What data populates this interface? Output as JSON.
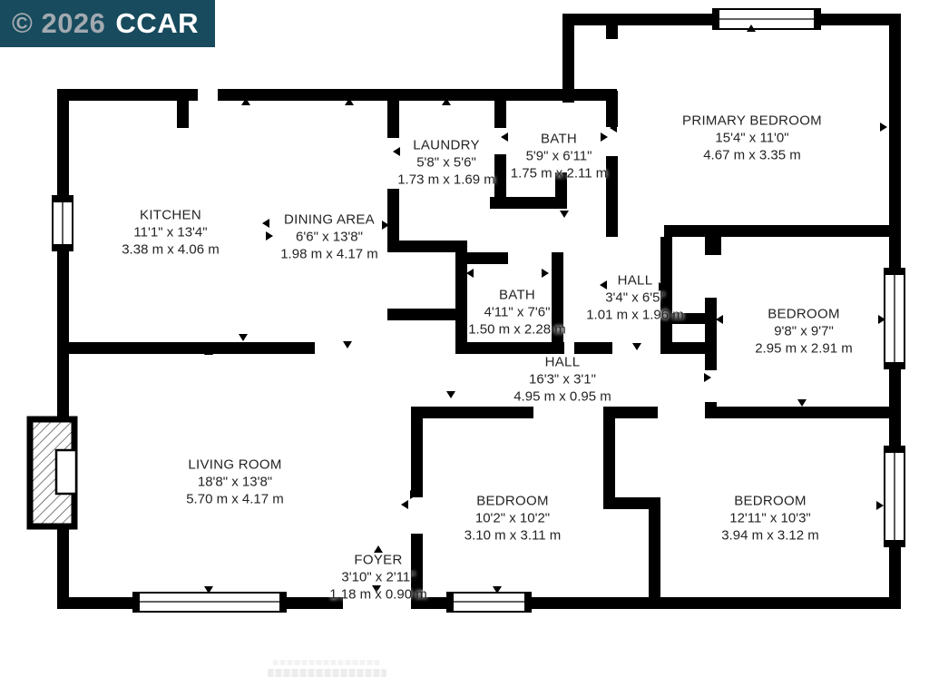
{
  "watermark": {
    "copyright": "© 2026",
    "org": "CCAR",
    "bg_color": "#174B5D",
    "copyright_color": "#A2A9B0",
    "org_color": "#FFFFFF"
  },
  "plan": {
    "wall_color": "#000000",
    "floor_color": "#FFFFFF",
    "rooms": [
      {
        "id": "kitchen",
        "label": "KITCHEN",
        "imperial": "11'1\" x 13'4\"",
        "metric": "3.38 m x 4.06 m"
      },
      {
        "id": "dining-area",
        "label": "DINING AREA",
        "imperial": "6'6\" x 13'8\"",
        "metric": "1.98 m x 4.17 m"
      },
      {
        "id": "laundry",
        "label": "LAUNDRY",
        "imperial": "5'8\" x 5'6\"",
        "metric": "1.73 m x 1.69 m"
      },
      {
        "id": "bath-top",
        "label": "BATH",
        "imperial": "5'9\" x 6'11\"",
        "metric": "1.75 m x 2.11 m"
      },
      {
        "id": "primary-bedroom",
        "label": "PRIMARY BEDROOM",
        "imperial": "15'4\" x 11'0\"",
        "metric": "4.67 m x 3.35 m"
      },
      {
        "id": "bath-middle",
        "label": "BATH",
        "imperial": "4'11\" x 7'6\"",
        "metric": "1.50 m x 2.28 m"
      },
      {
        "id": "hall-small",
        "label": "HALL",
        "imperial": "3'4\" x 6'5\"",
        "metric": "1.01 m x 1.96 m"
      },
      {
        "id": "bedroom-right",
        "label": "BEDROOM",
        "imperial": "9'8\" x 9'7\"",
        "metric": "2.95 m x 2.91 m"
      },
      {
        "id": "hall-long",
        "label": "HALL",
        "imperial": "16'3\" x 3'1\"",
        "metric": "4.95 m x 0.95 m"
      },
      {
        "id": "living-room",
        "label": "LIVING ROOM",
        "imperial": "18'8\" x 13'8\"",
        "metric": "5.70 m x 4.17 m"
      },
      {
        "id": "bedroom-bottom-middle",
        "label": "BEDROOM",
        "imperial": "10'2\" x 10'2\"",
        "metric": "3.10 m x 3.11 m"
      },
      {
        "id": "bedroom-bottom-right",
        "label": "BEDROOM",
        "imperial": "12'11\" x 10'3\"",
        "metric": "3.94 m x 3.12 m"
      },
      {
        "id": "foyer",
        "label": "FOYER",
        "imperial": "3'10\" x 2'11\"",
        "metric": "1.18 m x 0.90 m"
      }
    ]
  }
}
